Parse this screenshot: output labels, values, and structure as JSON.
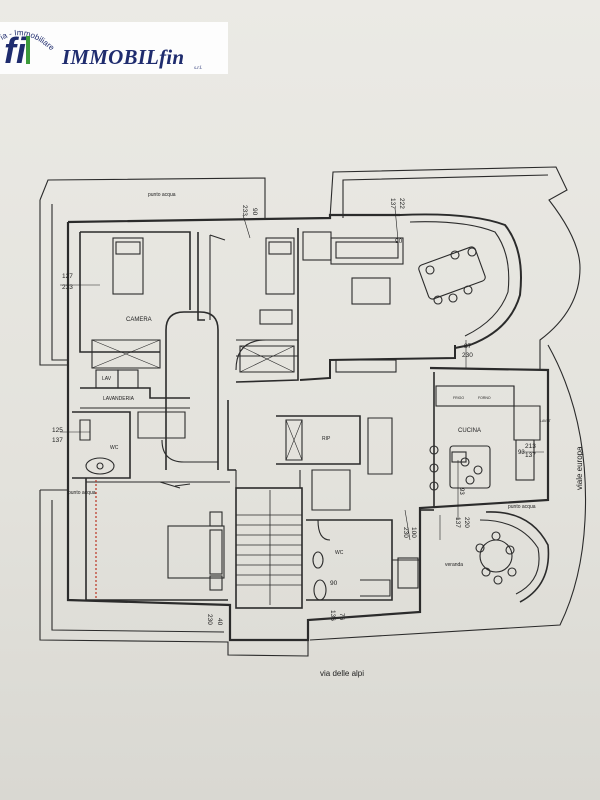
{
  "logo": {
    "arc_text": "ia - Immobiliare",
    "brand": "IMMOBILfin",
    "brand_suffix": "s.r.l.",
    "mark": "fi"
  },
  "rooms": {
    "camera_top": "CAMERA",
    "lav": "LAV",
    "lavanderia": "LAVANDERIA",
    "wc_left": "WC",
    "rip": "RIP",
    "cucina": "CUCINA",
    "wc_right": "WC",
    "veranda": "veranda",
    "frigo": "FRIGO",
    "forno": "FORNO",
    "lavast": "LAVST"
  },
  "supplies": {
    "top": "punto\nacqua",
    "left": "punto\nacqua",
    "right": "punto acqua"
  },
  "dims": {
    "d1_top": "127",
    "d1_bot": "233",
    "d2_top": "125",
    "d2_bot": "137",
    "d3_top": "90",
    "d3_bot": "233",
    "d4_top": "222",
    "d4_bot": "137",
    "d4_side": "90",
    "d5_top": "87",
    "d5_bot": "230",
    "d6_top": "213",
    "d6_bot": "137",
    "d6_side": "93",
    "d7_side": "93",
    "d8_a": "220",
    "d8_b": "137",
    "d9_a": "100",
    "d9_b": "230",
    "d10_a": "90",
    "d10_b": "230",
    "d11_a": "76",
    "d11_b": "136",
    "d12": "90",
    "d13": "40"
  },
  "streets": {
    "bottom": "via delle alpi",
    "right": "viale europa"
  }
}
